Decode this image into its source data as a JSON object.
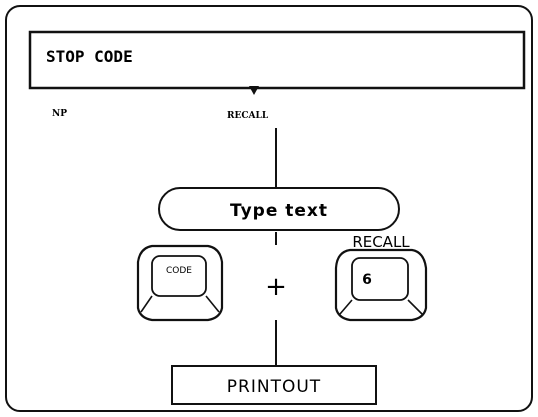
{
  "display": {
    "text": "STOP CODE",
    "indicator_left": "NP",
    "indicator_right": "RECALL"
  },
  "steps": {
    "type_text": "Type text",
    "plus": "+",
    "printout": "PRINTOUT"
  },
  "keys": {
    "code": {
      "label": "CODE"
    },
    "recall": {
      "label": "6",
      "caption": "RECALL"
    }
  }
}
